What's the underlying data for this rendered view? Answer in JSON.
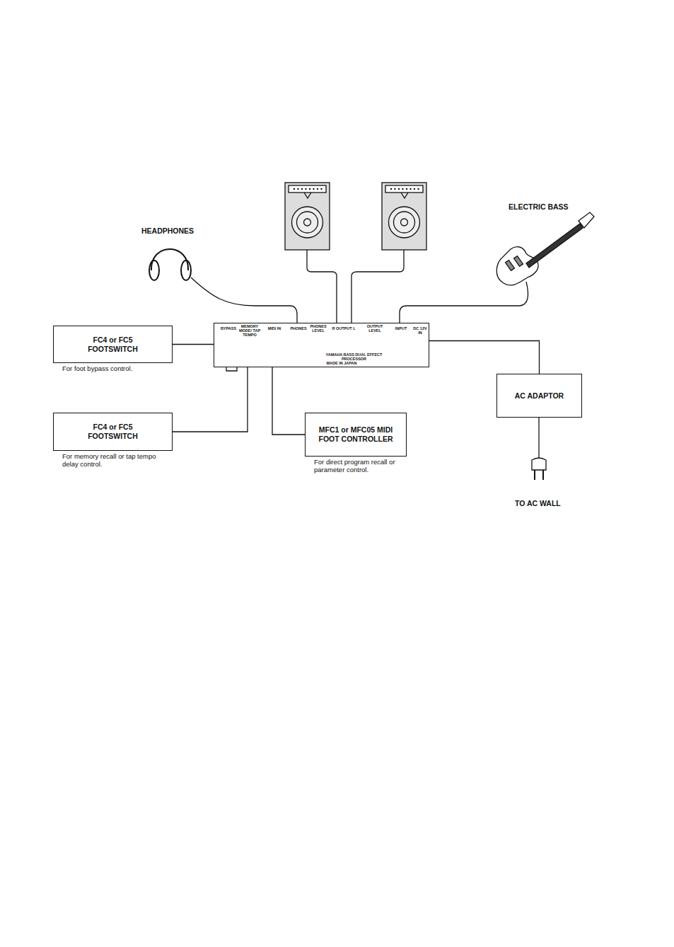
{
  "diagram": {
    "nodes": [
      {
        "text": [
          "FC4 or FC5 FOOTSWITCH",
          "For foot bypass control."
        ]
      },
      {
        "text": [
          "BYPASS",
          "MEMORY MODE/ TAP TEMPO",
          "MIDI IN",
          "PHONES",
          "PHONES LEVEL",
          "R OUTPUT L",
          "OUTPUT LEVEL",
          "INPUT",
          "DC 12V IN",
          "YAMAHA BASS DUAL EFFECT PROCESSOR",
          "MADE IN JAPAN"
        ]
      },
      {
        "text": [
          "AC ADAPTOR"
        ]
      },
      {
        "text": [
          "FC4 or FC5 FOOTSWITCH",
          "For memory recall or tap tempo delay control."
        ]
      },
      {
        "text": [
          "MFC1 or MFC05 MIDI FOOT CONTROLLER",
          "For direct program recall or parameter control."
        ]
      }
    ],
    "edges": [
      {
        "from": 0,
        "to": 1,
        "arrow": "none"
      },
      {
        "from": 3,
        "to": 1,
        "arrow": "none"
      },
      {
        "from": 4,
        "to": 1,
        "arrow": "none"
      },
      {
        "from": 2,
        "to": 1,
        "arrow": "none"
      }
    ],
    "labels": [
      "HEADPHONES",
      "ELECTRIC BASS",
      "TO AC WALL"
    ]
  }
}
